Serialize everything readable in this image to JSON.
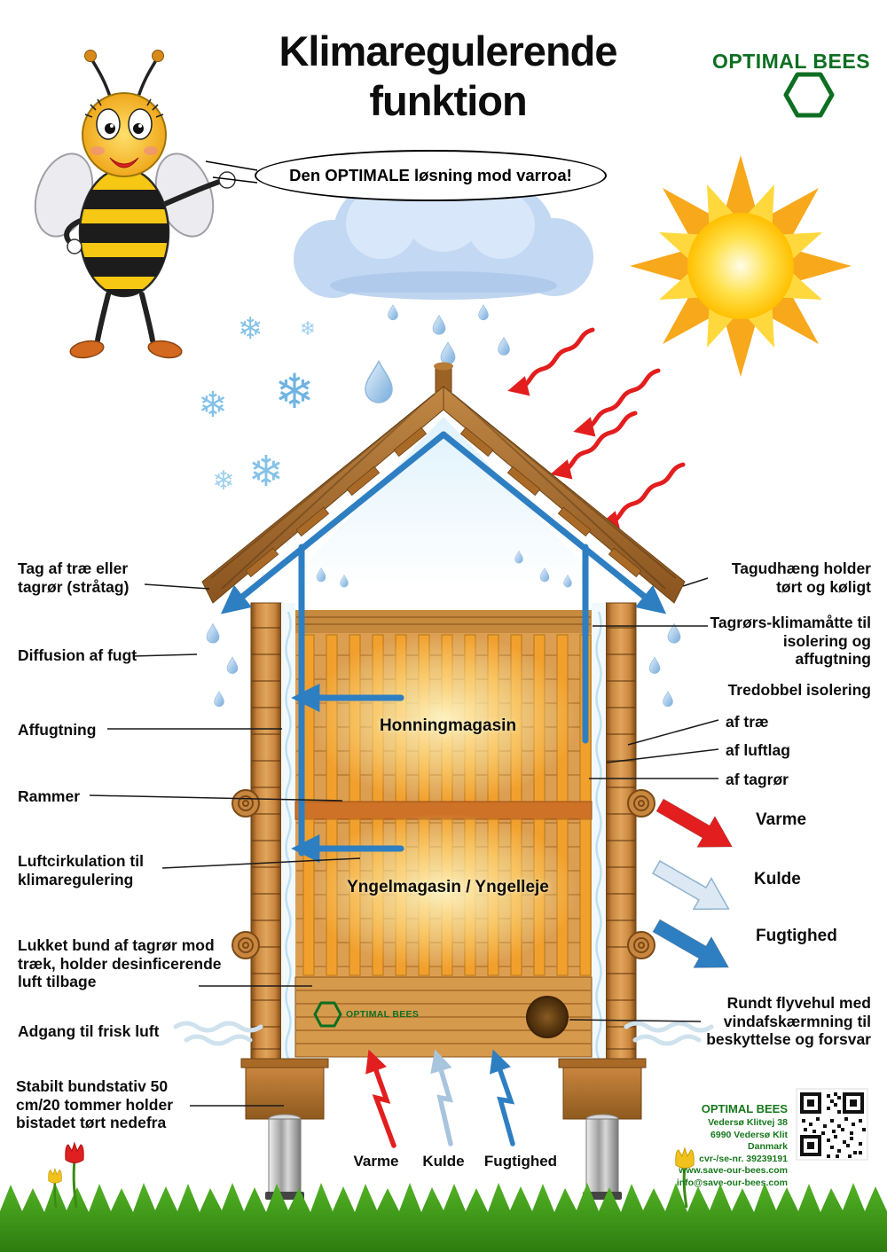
{
  "poster": {
    "title": "Klimaregulerende funktion",
    "speech": "Den OPTIMALE løsning mod varroa!"
  },
  "brand": {
    "name": "OPTIMAL BEES",
    "green": "#0e6f22"
  },
  "left": {
    "roof": "Tag af træ eller tagrør (stråtag)",
    "diffusion": "Diffusion af fugt",
    "dehumid": "Affugtning",
    "frames": "Rammer",
    "circulation": "Luftcirkulation til klimaregulering",
    "closed_bottom": "Lukket bund af tagrør mod træk, holder desinficerende luft tilbage",
    "fresh_air": "Adgang til frisk luft",
    "stand": "Stabilt bundstativ 50 cm/20 tommer holder bistadet tørt nedefra"
  },
  "right": {
    "overhang": "Tagudhæng holder tørt og køligt",
    "mat": "Tagrørs-klimamåtte til isolering og affugtning",
    "triple": "Tredobbel isolering",
    "wood": "af træ",
    "airlayer": "af luftlag",
    "reed": "af tagrør",
    "entrance": "Rundt flyvehul med vindafskærmning til beskyttelse og forsvar"
  },
  "legend": {
    "heat": "Varme",
    "cold": "Kulde",
    "moisture": "Fugtighed"
  },
  "hive": {
    "honey": "Honningmagasin",
    "brood": "Yngelmagasin / Yngelleje",
    "logo": "OPTIMAL BEES"
  },
  "contact": {
    "name": "OPTIMAL BEES",
    "street": "Vedersø Klitvej 38",
    "city": "6990 Vedersø Klit",
    "country": "Danmark",
    "vat": "cvr-/se-nr. 39239191",
    "website": "www.save-our-bees.com",
    "email": "info@save-our-bees.com"
  },
  "icons": {
    "snowflake": "❄"
  },
  "colors": {
    "heat": "#e31e1e",
    "cold": "#b9cfe4",
    "moisture": "#2e7fc2",
    "brand_green": "#0e6f22"
  }
}
